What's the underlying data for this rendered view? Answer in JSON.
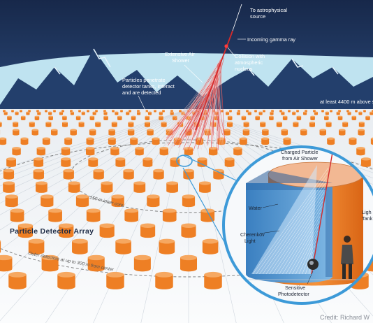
{
  "labels": {
    "astro_source": [
      "To astrophysical",
      "source"
    ],
    "incoming": "Incoming gamma ray",
    "collision": [
      "Collision with",
      "atmospheric",
      "nucleus"
    ],
    "air_shower": [
      "Extensive Air",
      "Shower"
    ],
    "penetrate": [
      "Particles penetrate",
      "detector tanks, interact",
      "and are detected"
    ],
    "altitude": "at least 4400 m above s",
    "title": "Particle Detector Array",
    "inner_core": "150 m inner core",
    "outer": "Outer detectors at up to 300 m from center",
    "charged": [
      "Charged Particle",
      "from Air Shower"
    ],
    "water": "Water",
    "cherenkov": [
      "Cherenkov",
      "Light"
    ],
    "tight": [
      "Ligh",
      "Tank"
    ],
    "photodetector": [
      "Sensitive",
      "Photodetector"
    ],
    "credit": "Credit: Richard W"
  },
  "colors": {
    "sky": "#1e3560",
    "mountain_ice": "#bfe3f0",
    "tank": "#f0832a",
    "lens_ring": "#3d9ad8",
    "ray": "#d42a2a",
    "water": "#5a9fd6"
  }
}
